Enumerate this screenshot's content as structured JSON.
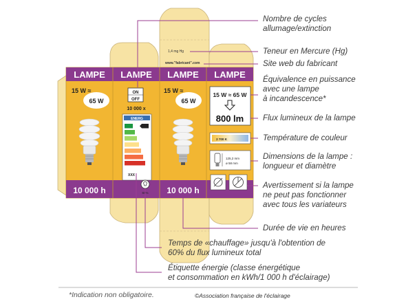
{
  "colors": {
    "box_fill": "#f7e3a4",
    "panel_yellow": "#f2b632",
    "purple": "#8b3a8e",
    "leader": "#9b3d92",
    "energy_ratings": [
      "#1a9641",
      "#52b848",
      "#a6d96a",
      "#fee08b",
      "#fdae61",
      "#f46d43",
      "#d73027"
    ]
  },
  "icons": [
    "bulb-icon",
    "power-switch-icon",
    "energy-label-icon",
    "warm-up-icon",
    "dimension-icon",
    "dimmer-warning-icon",
    "arrow-down-icon"
  ],
  "box": {
    "top_flap": {
      "mercury": "1,4 mg Hg",
      "website": "www.\"fabricant\".com"
    },
    "panels": {
      "lampe": "LAMPE",
      "equivalence": "15 W ≈",
      "equivalent_watts": "65 W",
      "lifetime": "10 000 h",
      "cycles": "10 000 x",
      "switch_on": "ON",
      "switch_off": "OFF",
      "energy_label_heading": "ENERG",
      "energy_label_code": "XXX",
      "warmup_percent": "60%",
      "right_equivalence": "15 W ≈ 65 W",
      "lumens": "800 lm",
      "color_temp": "2 700 K",
      "length": "125,2 mm",
      "diameter": "ø 58 mm"
    }
  },
  "annotations": {
    "cycles": [
      "Nombre de cycles",
      "allumage/extinction"
    ],
    "mercury": [
      "Teneur en Mercure (Hg)"
    ],
    "website": [
      "Site web du fabricant"
    ],
    "equivalence": [
      "Équivalence en puissance",
      "avec une lampe",
      "à incandescence*"
    ],
    "flux": [
      "Flux lumineux de la lampe"
    ],
    "temperature": [
      "Température de couleur"
    ],
    "dimensions": [
      "Dimensions de la lampe :",
      "longueur et diamètre"
    ],
    "dimmer": [
      "Avertissement si la lampe",
      "ne peut pas fonctionner",
      "avec tous les variateurs"
    ],
    "lifetime": [
      "Durée de vie en heures"
    ],
    "warmup": [
      "Temps de «chauffage» jusqu'à l'obtention de",
      "60% du flux lumineux total"
    ],
    "energy": [
      "Étiquette énergie (classe énergétique",
      "et consommation en kWh/1 000 h d'éclairage)"
    ]
  },
  "footer": {
    "note": "*Indication non obligatoire.",
    "copyright": "©Association française de l'éclairage"
  }
}
